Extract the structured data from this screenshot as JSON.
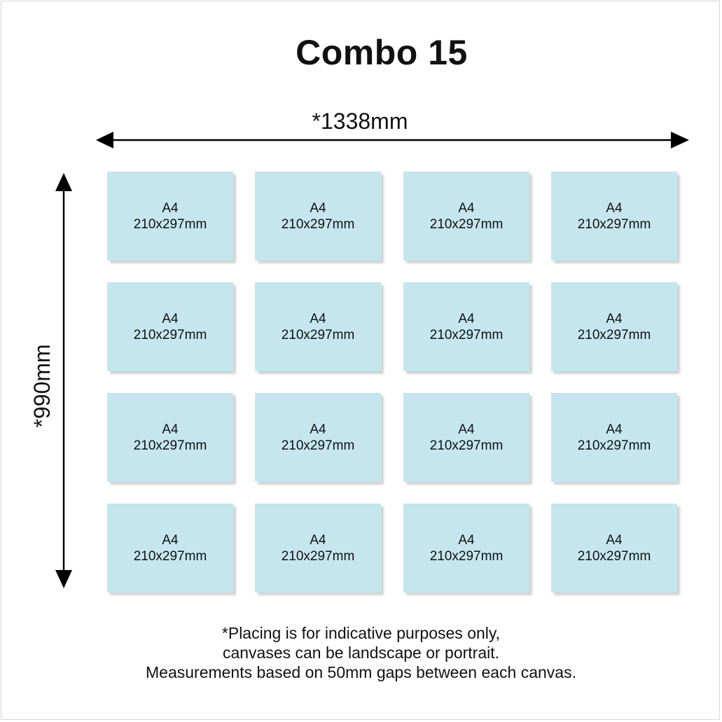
{
  "title": "Combo 15",
  "dimensions": {
    "width_label": "*1338mm",
    "height_label": "*990mm"
  },
  "canvases": [
    {
      "size": "A4",
      "dims": "210x297mm"
    },
    {
      "size": "A4",
      "dims": "210x297mm"
    },
    {
      "size": "A4",
      "dims": "210x297mm"
    },
    {
      "size": "A4",
      "dims": "210x297mm"
    },
    {
      "size": "A4",
      "dims": "210x297mm"
    },
    {
      "size": "A4",
      "dims": "210x297mm"
    },
    {
      "size": "A4",
      "dims": "210x297mm"
    },
    {
      "size": "A4",
      "dims": "210x297mm"
    },
    {
      "size": "A4",
      "dims": "210x297mm"
    },
    {
      "size": "A4",
      "dims": "210x297mm"
    },
    {
      "size": "A4",
      "dims": "210x297mm"
    },
    {
      "size": "A4",
      "dims": "210x297mm"
    },
    {
      "size": "A4",
      "dims": "210x297mm"
    },
    {
      "size": "A4",
      "dims": "210x297mm"
    },
    {
      "size": "A4",
      "dims": "210x297mm"
    },
    {
      "size": "A4",
      "dims": "210x297mm"
    }
  ],
  "notes": {
    "line1": "*Placing is for indicative purposes only,",
    "line2": "canvases can be landscape or portrait.",
    "line3": "Measurements based on 50mm gaps between each canvas."
  },
  "colors": {
    "canvas_fill": "#c5e6ee",
    "arrow": "#000000"
  }
}
